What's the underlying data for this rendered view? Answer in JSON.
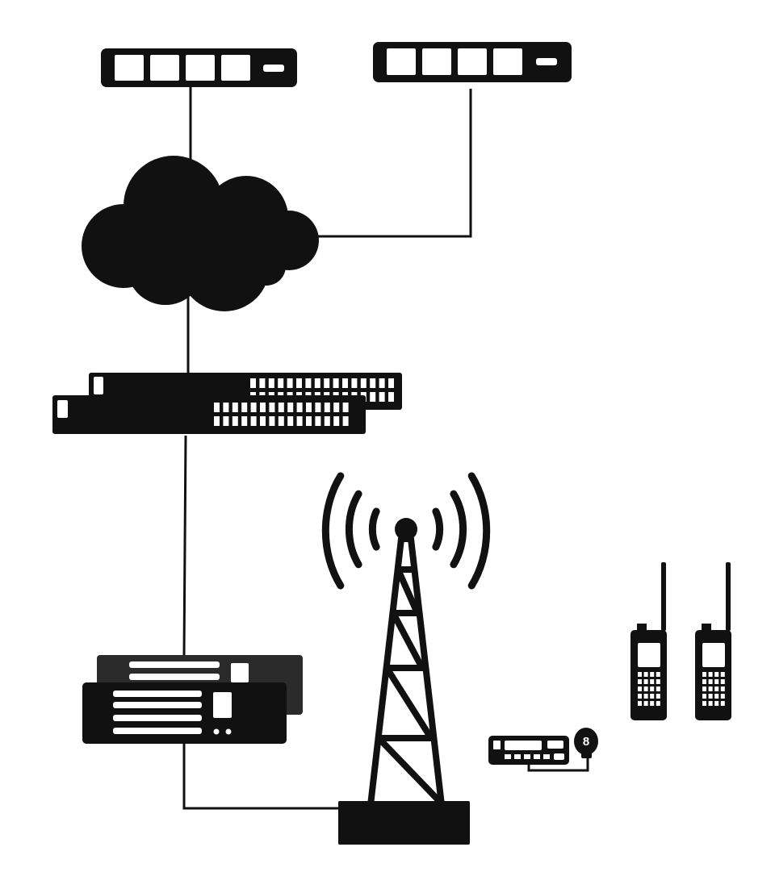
{
  "diagram": {
    "nodes": [
      {
        "id": "gateway-left",
        "icon": "network-gateway-icon"
      },
      {
        "id": "gateway-right",
        "icon": "network-gateway-icon"
      },
      {
        "id": "cloud",
        "icon": "cloud-icon"
      },
      {
        "id": "switch-stack",
        "icon": "network-switch-icon"
      },
      {
        "id": "server-stack",
        "icon": "rack-server-icon"
      },
      {
        "id": "radio-tower",
        "icon": "radio-tower-icon"
      },
      {
        "id": "mobile-radio",
        "icon": "mobile-radio-icon"
      },
      {
        "id": "handheld-radio-left",
        "icon": "walkie-talkie-icon"
      },
      {
        "id": "handheld-radio-right",
        "icon": "walkie-talkie-icon"
      }
    ],
    "connections": [
      {
        "from": "gateway-left",
        "to": "cloud"
      },
      {
        "from": "gateway-right",
        "to": "cloud"
      },
      {
        "from": "cloud",
        "to": "switch-stack"
      },
      {
        "from": "switch-stack",
        "to": "server-stack"
      },
      {
        "from": "server-stack",
        "to": "radio-tower"
      }
    ],
    "mic_label": "8",
    "colors": {
      "ink": "#111111",
      "background": "#ffffff",
      "secondary": "#2b2b2b"
    }
  }
}
